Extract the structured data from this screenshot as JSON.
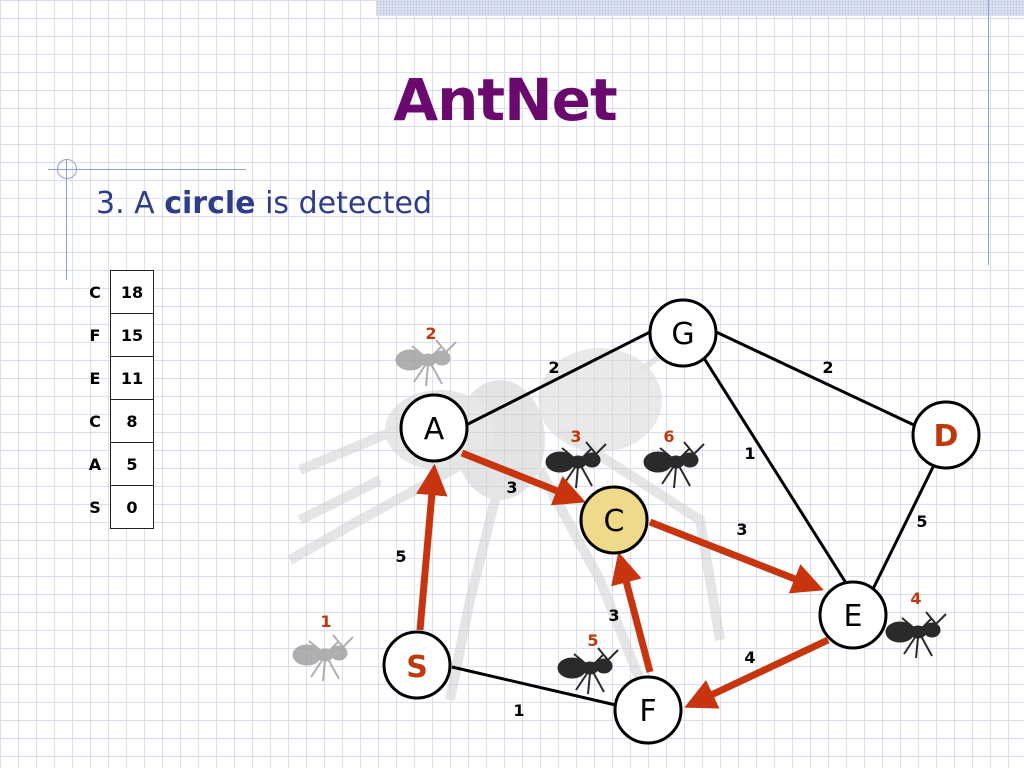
{
  "slide": {
    "title": "AntNet",
    "subtitle_number": "3. A",
    "subtitle_bold": "circle",
    "subtitle_rest": "is detected"
  },
  "stack": [
    {
      "node": "C",
      "cost": "18"
    },
    {
      "node": "F",
      "cost": "15"
    },
    {
      "node": "E",
      "cost": "11"
    },
    {
      "node": "C",
      "cost": "8"
    },
    {
      "node": "A",
      "cost": "5"
    },
    {
      "node": "S",
      "cost": "0"
    }
  ],
  "graph": {
    "nodes": {
      "A": {
        "label": "A",
        "color": "#000000",
        "fill": "#ffffff"
      },
      "G": {
        "label": "G",
        "color": "#000000",
        "fill": "#ffffff"
      },
      "D": {
        "label": "D",
        "color": "#c0390d",
        "fill": "#ffffff"
      },
      "C": {
        "label": "C",
        "color": "#000000",
        "fill": "#efd98a"
      },
      "E": {
        "label": "E",
        "color": "#000000",
        "fill": "#ffffff"
      },
      "S": {
        "label": "S",
        "color": "#c0390d",
        "fill": "#ffffff"
      },
      "F": {
        "label": "F",
        "color": "#000000",
        "fill": "#ffffff"
      }
    },
    "edges": [
      {
        "from": "A",
        "to": "G",
        "weight": "2",
        "path": false
      },
      {
        "from": "G",
        "to": "D",
        "weight": "2",
        "path": false
      },
      {
        "from": "G",
        "to": "E",
        "weight": "1",
        "path": false
      },
      {
        "from": "D",
        "to": "E",
        "weight": "5",
        "path": false
      },
      {
        "from": "S",
        "to": "F",
        "weight": "1",
        "path": false
      },
      {
        "from": "S",
        "to": "A",
        "weight": "5",
        "path": true
      },
      {
        "from": "A",
        "to": "C",
        "weight": "3",
        "path": true
      },
      {
        "from": "C",
        "to": "E",
        "weight": "3",
        "path": true
      },
      {
        "from": "E",
        "to": "F",
        "weight": "4",
        "path": true
      },
      {
        "from": "F",
        "to": "C",
        "weight": "3",
        "path": true
      }
    ],
    "ant_steps": [
      "1",
      "2",
      "3",
      "4",
      "5",
      "6"
    ],
    "colors": {
      "path": "#c8340e",
      "edge": "#000000",
      "ant_number": "#c0390d"
    }
  }
}
